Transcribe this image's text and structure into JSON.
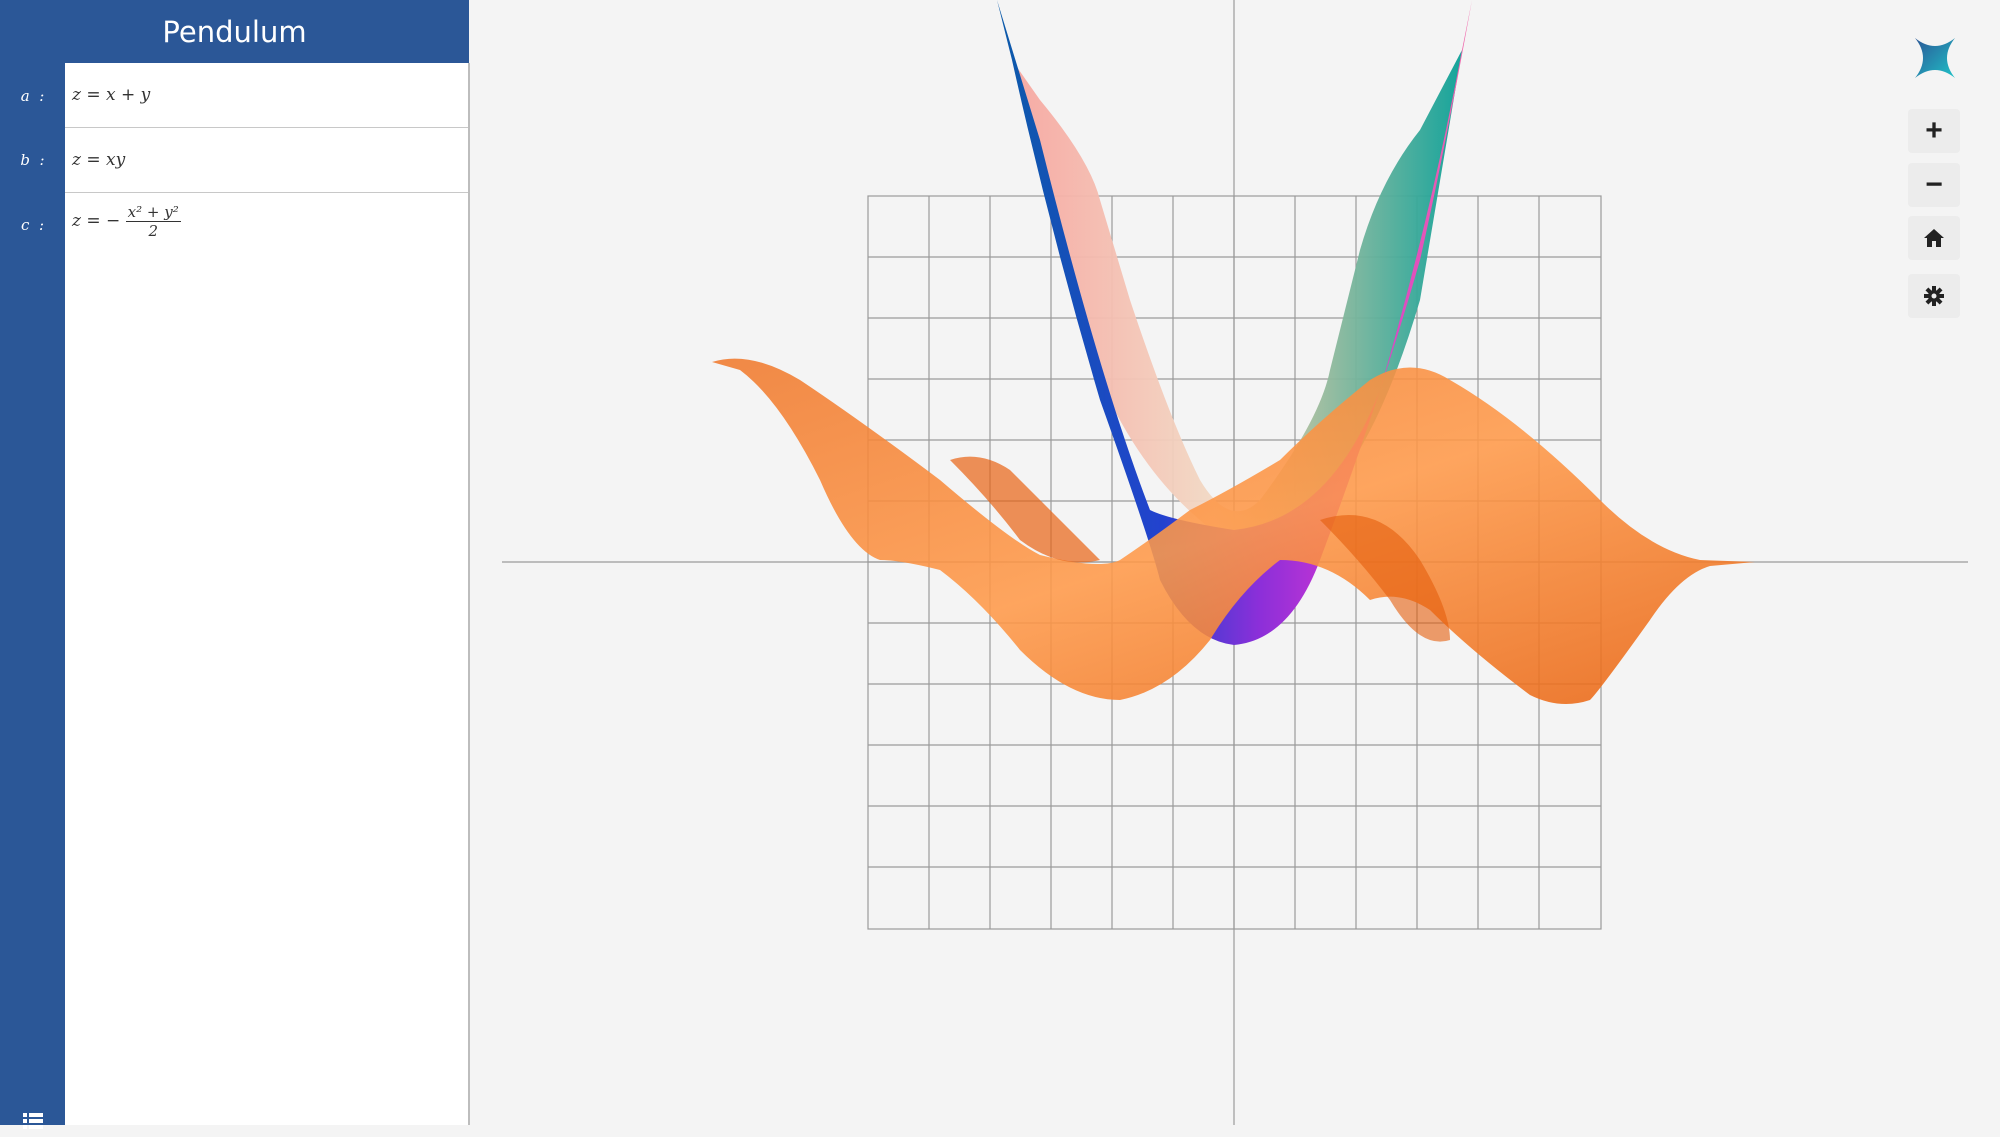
{
  "app": {
    "title": "Pendulum"
  },
  "expressions": [
    {
      "label": "a",
      "separator": ":",
      "formula": "z = x + y"
    },
    {
      "label": "b",
      "separator": ":",
      "formula": "z = xy"
    },
    {
      "label": "c",
      "separator": ":",
      "formula_prefix": "z = −",
      "numerator": "x² + y²",
      "denominator": "2"
    }
  ],
  "toolbar": {
    "zoom_in": "+",
    "zoom_out": "−",
    "home_icon": "home-icon",
    "settings_icon": "gear-icon"
  },
  "icons": {
    "logo": "app-logo-icon",
    "list": "list-icon"
  },
  "colors": {
    "brand": "#2b5797",
    "surface_c": "#f26b1d",
    "surface_a": [
      "#f5a09a",
      "#0e9c96"
    ],
    "surface_b": [
      "#1f49c4",
      "#ef4fa8"
    ]
  }
}
